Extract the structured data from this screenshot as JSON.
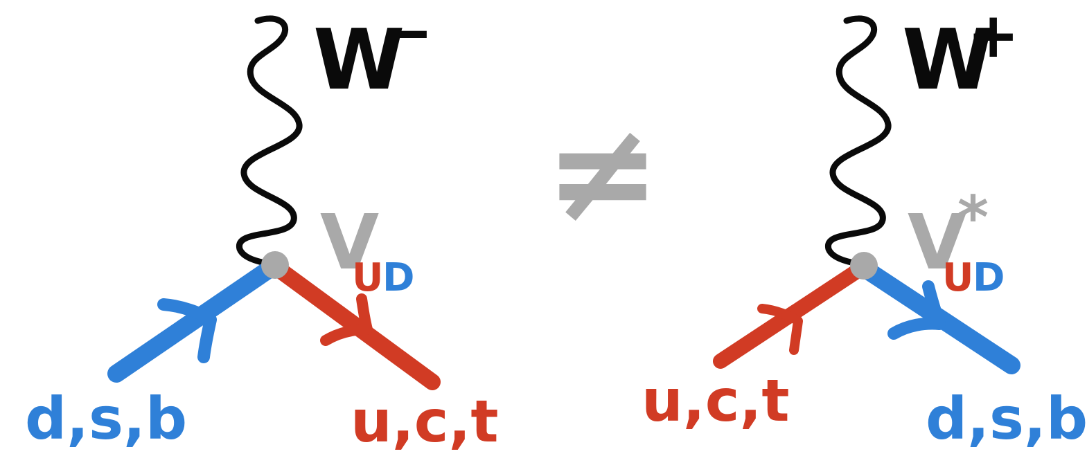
{
  "colors": {
    "ink": "#0a0a0a",
    "blue": "#2f80d8",
    "red": "#d13b24",
    "gray": "#a9a9a9",
    "background": "#ffffff"
  },
  "left_diagram": {
    "boson": {
      "letter": "W",
      "charge": "−"
    },
    "coupling": {
      "letter": "V",
      "sub_up": "U",
      "sub_down": "D",
      "conjugate": ""
    },
    "incoming": {
      "label": "d,s,b",
      "color": "blue"
    },
    "outgoing": {
      "label": "u,c,t",
      "color": "red"
    }
  },
  "relation": {
    "symbol": "≠"
  },
  "right_diagram": {
    "boson": {
      "letter": "W",
      "charge": "+"
    },
    "coupling": {
      "letter": "V",
      "sub_up": "U",
      "sub_down": "D",
      "conjugate": "*"
    },
    "incoming": {
      "label": "u,c,t",
      "color": "red"
    },
    "outgoing": {
      "label": "d,s,b",
      "color": "blue"
    }
  }
}
